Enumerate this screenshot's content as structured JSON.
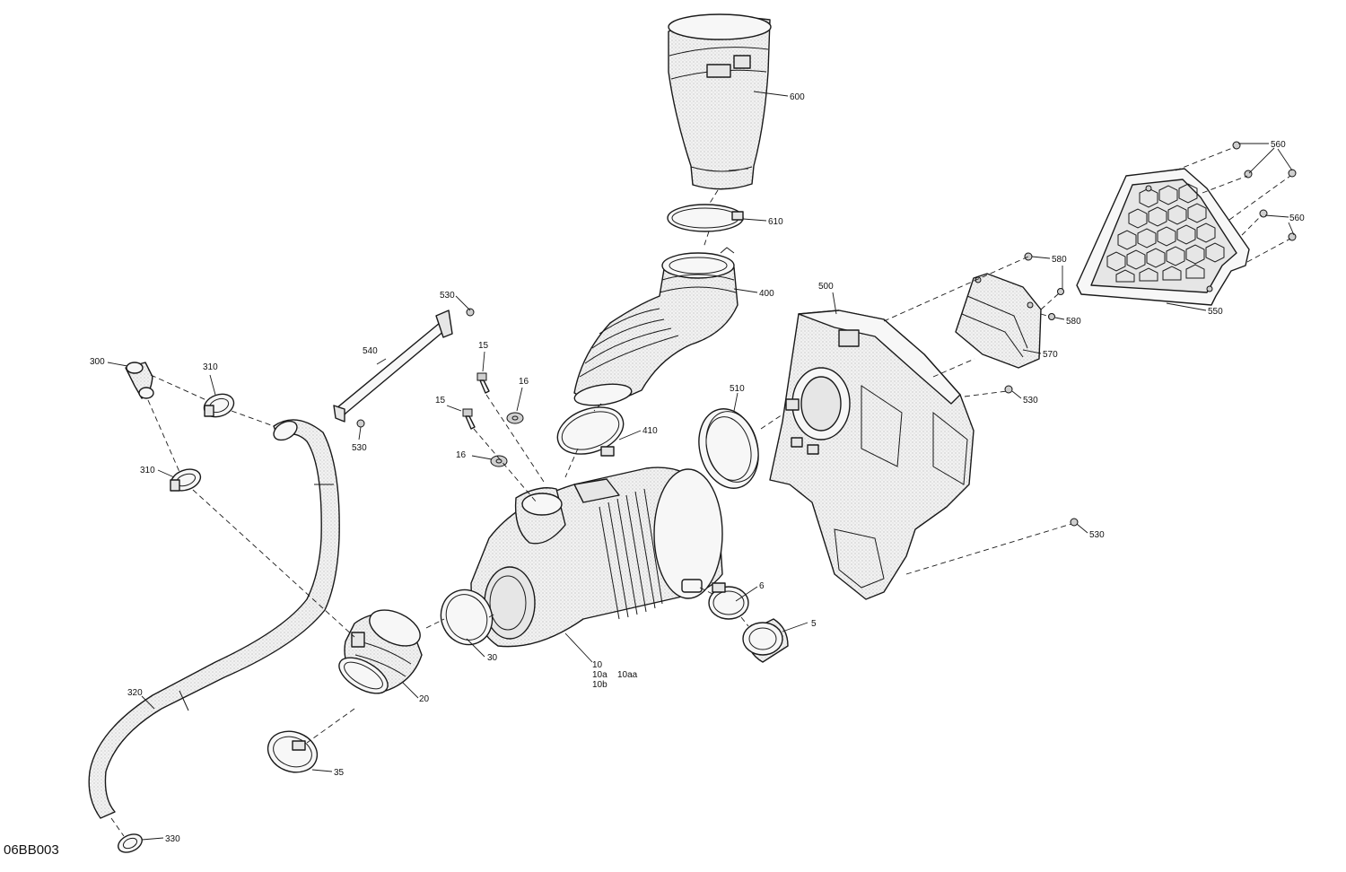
{
  "figure_ref": "06BB003",
  "callouts": {
    "c600": "600",
    "c610": "610",
    "c400": "400",
    "c410": "410",
    "c560a": "560",
    "c560b": "560",
    "c580a": "580",
    "c580b": "580",
    "c500": "500",
    "c550": "550",
    "c570": "570",
    "c510": "510",
    "c530a": "530",
    "c530b": "530",
    "c530c": "530",
    "c530d": "530",
    "c540": "540",
    "c15a": "15",
    "c15b": "15",
    "c16a": "16",
    "c16b": "16",
    "c300": "300",
    "c310a": "310",
    "c310b": "310",
    "c320": "320",
    "c330": "330",
    "c20": "20",
    "c30": "30",
    "c35": "35",
    "c10": "10",
    "c10a": "10a",
    "c10aa": "10aa",
    "c10b": "10b",
    "c6": "6",
    "c5": "5"
  }
}
